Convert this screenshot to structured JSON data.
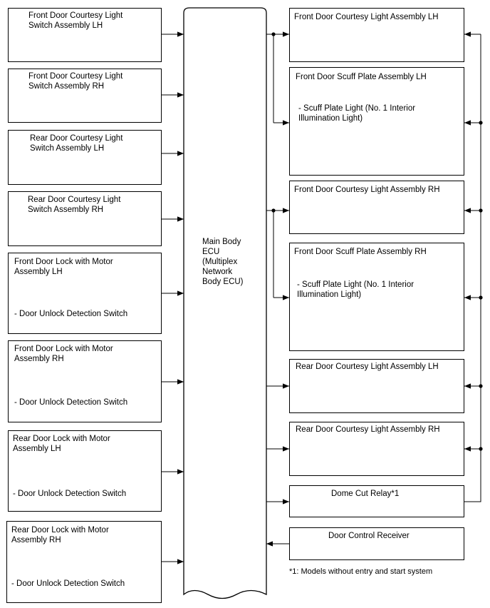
{
  "left_boxes": [
    {
      "title": "Front Door Courtesy Light\nSwitch Assembly LH",
      "sub": ""
    },
    {
      "title": "Front Door Courtesy Light\nSwitch Assembly RH",
      "sub": ""
    },
    {
      "title": "Rear Door Courtesy Light\nSwitch Assembly LH",
      "sub": ""
    },
    {
      "title": "Rear Door Courtesy Light\nSwitch Assembly RH",
      "sub": ""
    },
    {
      "title": "Front Door Lock with Motor\nAssembly LH",
      "sub": "- Door Unlock Detection Switch"
    },
    {
      "title": "Front Door Lock with Motor\nAssembly RH",
      "sub": "- Door Unlock Detection Switch"
    },
    {
      "title": "Rear Door Lock with Motor\nAssembly LH",
      "sub": "- Door Unlock Detection Switch"
    },
    {
      "title": "Rear Door Lock with Motor\nAssembly RH",
      "sub": "- Door Unlock Detection Switch"
    }
  ],
  "ecu": {
    "label": "Main Body\nECU\n(Multiplex\nNetwork\nBody ECU)"
  },
  "right_boxes": [
    {
      "title": "Front Door Courtesy Light Assembly LH",
      "sub": ""
    },
    {
      "title": "Front Door Scuff Plate Assembly LH",
      "sub": "- Scuff Plate Light (No. 1 Interior\nIllumination Light)"
    },
    {
      "title": "Front Door Courtesy Light Assembly RH",
      "sub": ""
    },
    {
      "title": "Front Door Scuff Plate Assembly RH",
      "sub": "- Scuff Plate Light (No. 1 Interior\nIllumination Light)"
    },
    {
      "title": "Rear Door Courtesy Light Assembly LH",
      "sub": ""
    },
    {
      "title": "Rear Door Courtesy Light Assembly RH",
      "sub": ""
    },
    {
      "title": "Dome Cut Relay*1",
      "sub": ""
    },
    {
      "title": "Door Control Receiver",
      "sub": ""
    }
  ],
  "footnote": "*1: Models without entry and start system"
}
